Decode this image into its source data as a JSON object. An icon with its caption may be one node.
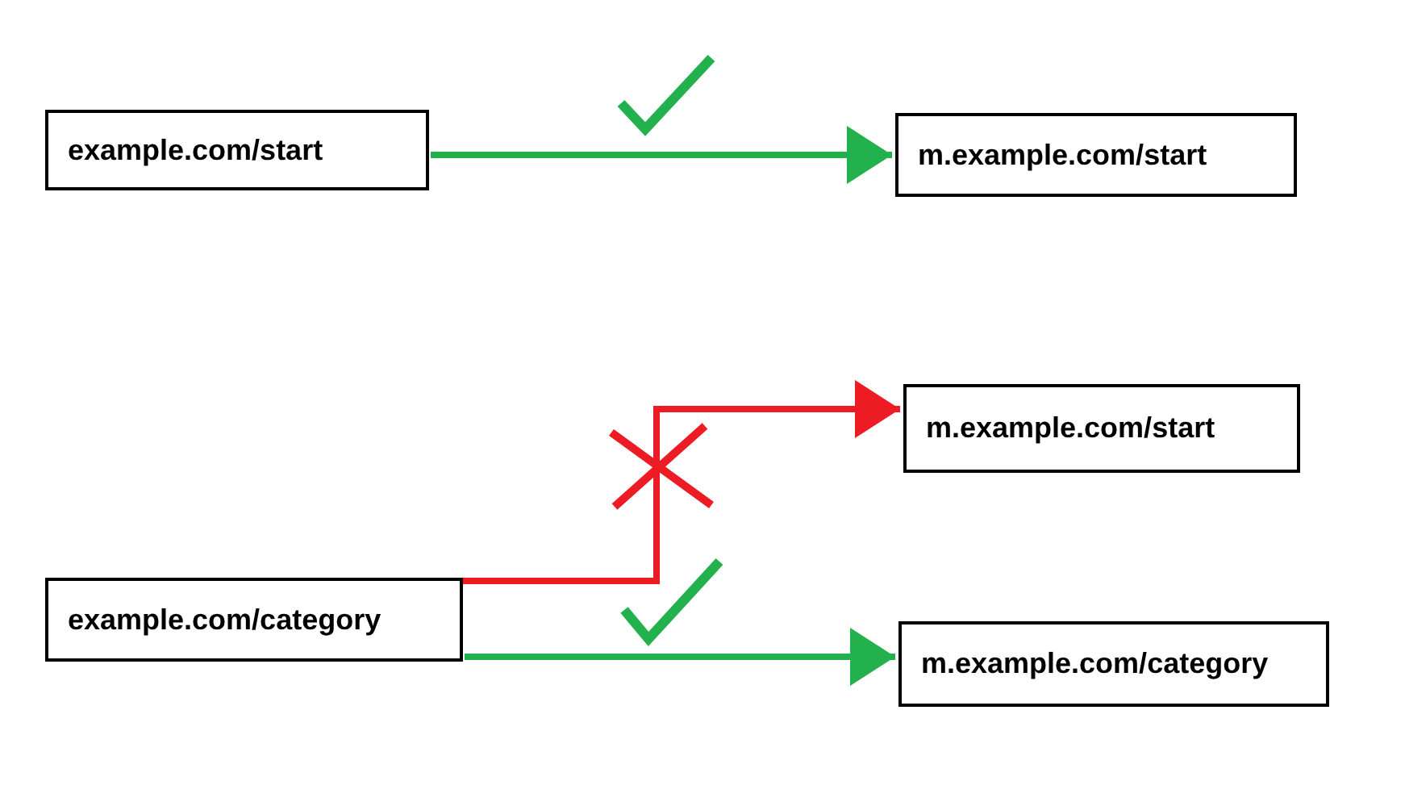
{
  "diagram": {
    "nodes": [
      {
        "text": [
          "example.com/start"
        ]
      },
      {
        "text": [
          "m.example.com/start"
        ]
      },
      {
        "text": [
          "m.example.com/start"
        ]
      },
      {
        "text": [
          "example.com/category"
        ]
      },
      {
        "text": [
          "m.example.com/category"
        ]
      }
    ],
    "edges": [
      {
        "from": 0,
        "to": 1,
        "arrow": "to"
      },
      {
        "from": 3,
        "to": 2,
        "arrow": "to",
        "color": "#ed1c24"
      },
      {
        "from": 3,
        "to": 4,
        "arrow": "to"
      }
    ]
  }
}
